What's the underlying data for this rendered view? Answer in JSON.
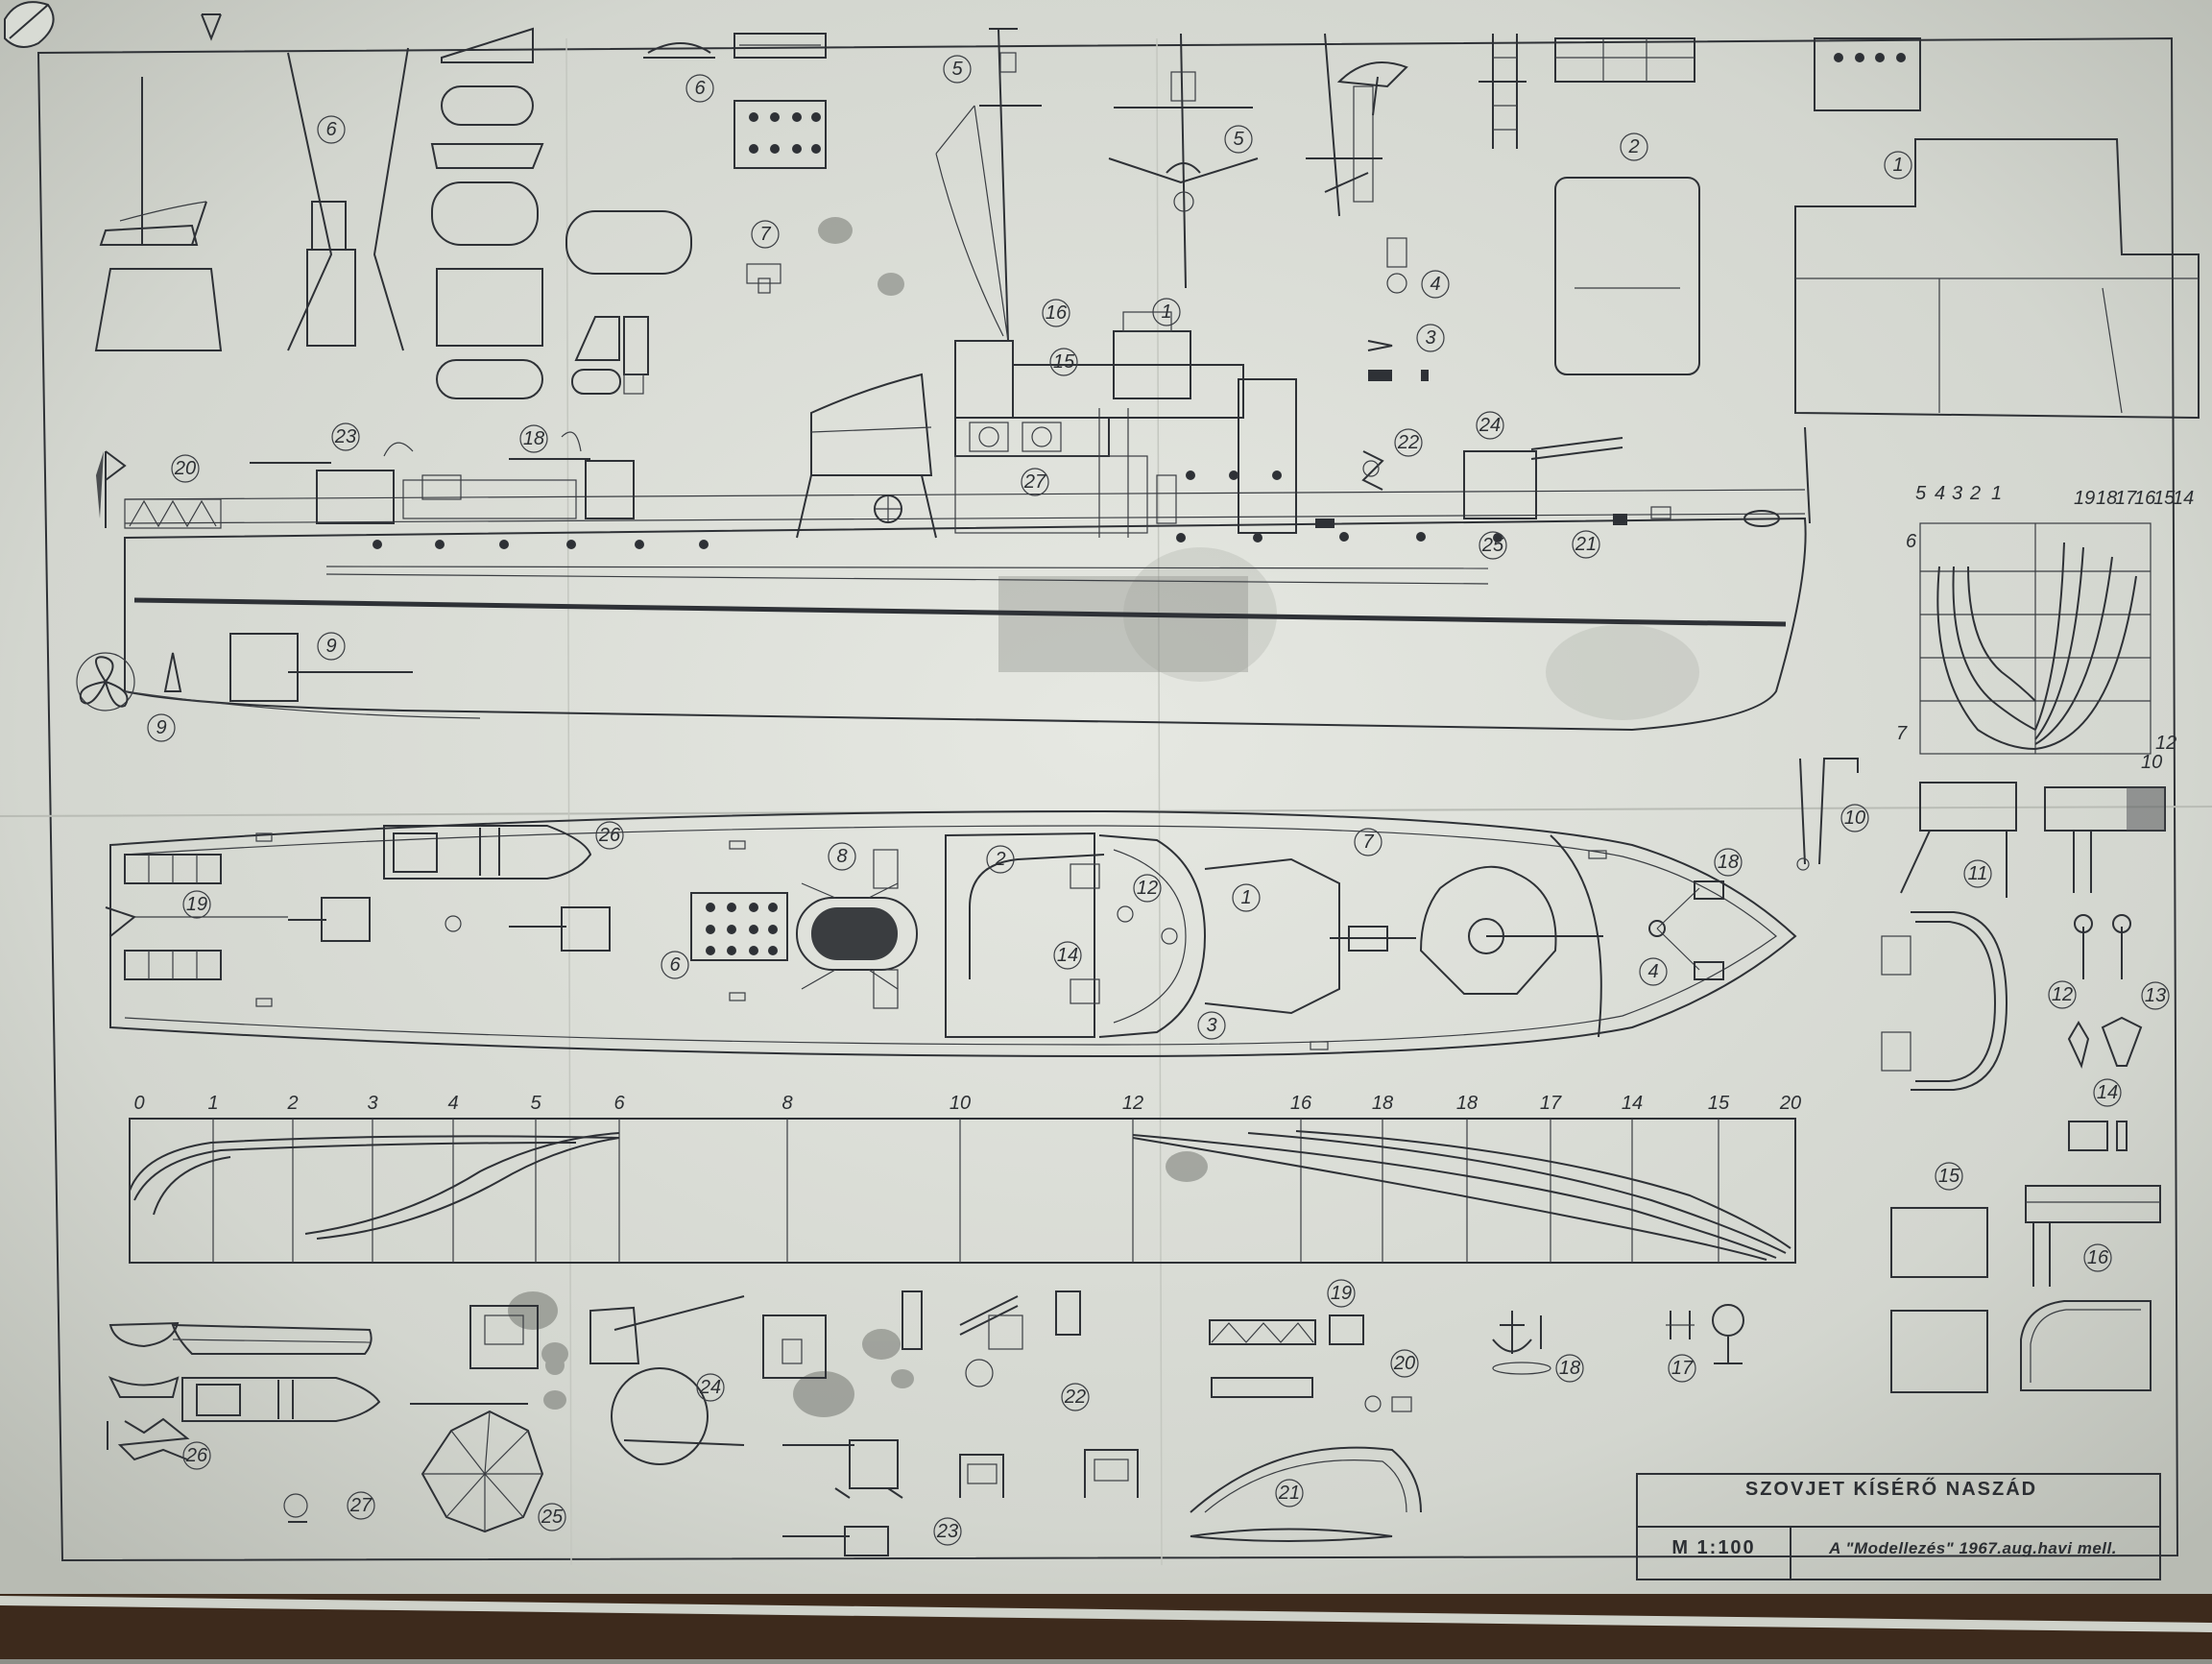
{
  "title_block": {
    "title": "SZOVJET KÍSÉRŐ NASZÁD",
    "scale": "M 1:100",
    "source": "A \"Modellezés\" 1967.aug.havi mell."
  },
  "frame_scale": [
    "0",
    "1",
    "2",
    "3",
    "4",
    "5",
    "6",
    "8",
    "10",
    "12",
    "16",
    "18",
    "18",
    "17",
    "14",
    "15",
    "20"
  ],
  "body_plan_numbers": {
    "left": [
      "5",
      "4",
      "3",
      "2",
      "1"
    ],
    "right": [
      "19",
      "18",
      "17",
      "16",
      "15",
      "14"
    ],
    "side": [
      "6",
      "7",
      "12",
      "10"
    ]
  },
  "callouts": {
    "side_view": [
      "20",
      "23",
      "18",
      "16",
      "15",
      "1",
      "27",
      "24",
      "22",
      "25",
      "21"
    ],
    "top_view": [
      "19",
      "26",
      "8",
      "6",
      "2",
      "12",
      "1",
      "14",
      "3",
      "7",
      "18",
      "4"
    ],
    "details_top": [
      "6",
      "6",
      "7",
      "5",
      "5",
      "4",
      "3",
      "2",
      "1"
    ],
    "details_right": [
      "10",
      "11",
      "12",
      "13",
      "14",
      "15",
      "16"
    ],
    "details_bottom": [
      "26",
      "27",
      "24",
      "25",
      "22",
      "23",
      "19",
      "20",
      "21",
      "18",
      "17"
    ],
    "propeller": [
      "9",
      "9"
    ]
  },
  "colors": {
    "paper": "#d9dcd5",
    "ink": "#2e3136",
    "background": "#8d8f88"
  }
}
